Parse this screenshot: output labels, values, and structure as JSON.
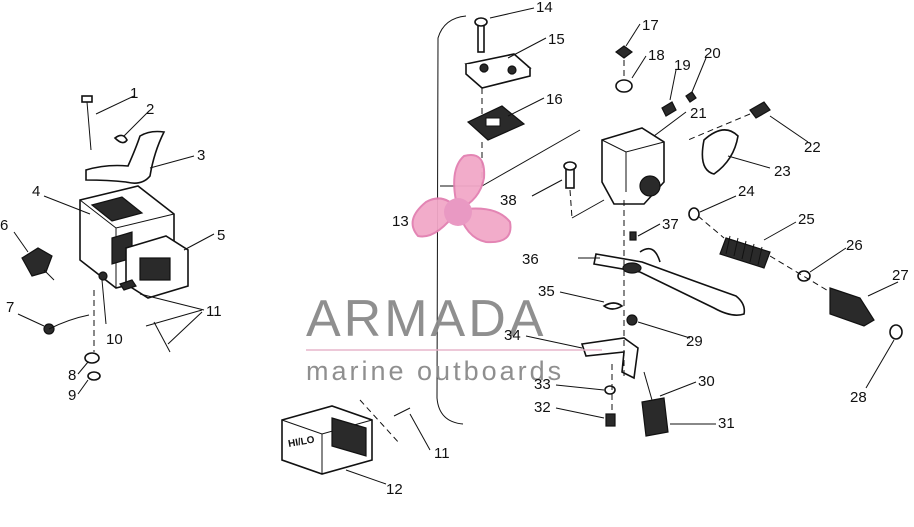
{
  "diagram": {
    "callouts": [
      "1",
      "2",
      "3",
      "4",
      "5",
      "6",
      "7",
      "8",
      "9",
      "10",
      "11",
      "11",
      "11",
      "12",
      "13",
      "14",
      "15",
      "16",
      "17",
      "18",
      "19",
      "20",
      "21",
      "22",
      "23",
      "24",
      "25",
      "26",
      "27",
      "28",
      "29",
      "30",
      "31",
      "32",
      "33",
      "34",
      "35",
      "36",
      "37",
      "38"
    ],
    "switch_face_text": "HI/LO"
  },
  "watermark": {
    "brand": "ARMADA",
    "tagline": "marine outboards",
    "colors": {
      "logo_pink": "#f2a8c8",
      "logo_pink_dark": "#e27fb0",
      "logo_hub": "#e894c0",
      "text_gray": "#8a8a8a",
      "rule_pink": "#e6b3c9"
    }
  }
}
